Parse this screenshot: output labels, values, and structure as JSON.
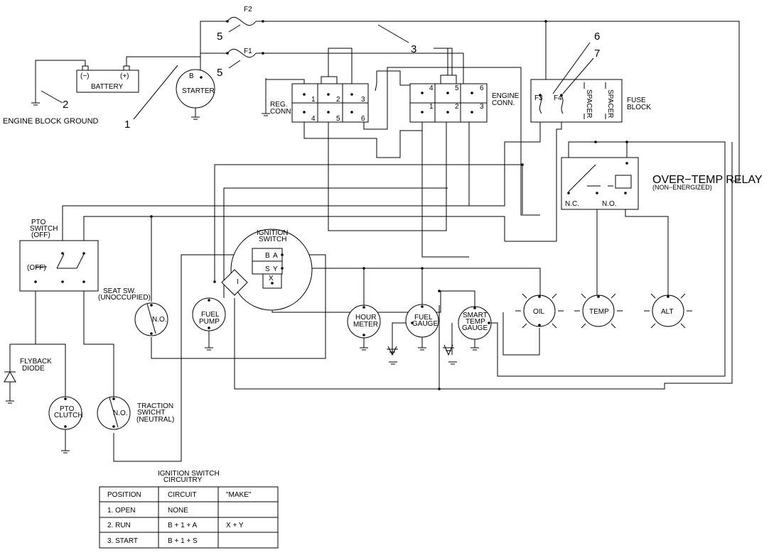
{
  "labels": {
    "battery": "BATTERY",
    "battery_neg": "(−)",
    "battery_pos": "(+)",
    "engine_block_ground": "ENGINE BLOCK GROUND",
    "starter": "STARTER",
    "starter_b": "B",
    "f1": "F1",
    "f2": "F2",
    "reg_conn_1": "REG.",
    "reg_conn_2": "CONN.",
    "engine_conn_1": "ENGINE",
    "engine_conn_2": "CONN.",
    "fuse_block_1": "FUSE",
    "fuse_block_2": "BLOCK",
    "f3": "F3",
    "f4": "F4",
    "spacer": "SPACER",
    "over_temp_relay": "OVER−TEMP RELAY",
    "non_energized": "(NON−ENERGIZED)",
    "nc": "N.C.",
    "no": "N.O.",
    "pto_switch_1": "PTO",
    "pto_switch_2": "SWITCH",
    "pto_switch_3": "(OFF)",
    "off": "(OFF)",
    "ignition_1": "IGNITION",
    "ignition_2": "SWITCH",
    "ign_b": "B",
    "ign_a": "A",
    "ign_s": "S",
    "ign_y": "Y",
    "ign_x": "X",
    "ign_i": "I",
    "seat_sw_1": "SEAT SW.",
    "seat_sw_2": "(UNOCCUPIED)",
    "fuel_pump_1": "FUEL",
    "fuel_pump_2": "PUMP",
    "hour_meter_1": "HOUR",
    "hour_meter_2": "METER",
    "fuel_gauge_1": "FUEL",
    "fuel_gauge_2": "GAUGE",
    "smart_1": "SMART",
    "smart_2": "TEMP",
    "smart_3": "GAUGE",
    "oil": "OIL",
    "temp": "TEMP",
    "alt": "ALT",
    "flyback_1": "FLYBACK",
    "flyback_2": "DIODE",
    "pto_clutch_1": "PTO",
    "pto_clutch_2": "CLUTCH",
    "traction_1": "TRACTION",
    "traction_2": "SWICHT",
    "traction_3": "(NEUTRAL)"
  },
  "callouts": {
    "c1": "1",
    "c2": "2",
    "c3": "3",
    "c5a": "5",
    "c5b": "5",
    "c6": "6",
    "c7": "7"
  },
  "reg_pins": [
    "1",
    "2",
    "3",
    "4",
    "5",
    "6"
  ],
  "eng_pins": [
    "4",
    "5",
    "6",
    "1",
    "2",
    "3"
  ],
  "table": {
    "title_1": "IGNITION SWITCH",
    "title_2": "CIRCUITRY",
    "headers": [
      "POSITION",
      "CIRCUIT",
      "\"MAKE\""
    ],
    "rows": [
      [
        "1. OPEN",
        "NONE",
        ""
      ],
      [
        "2. RUN",
        "B + 1 + A",
        "X + Y"
      ],
      [
        "3. START",
        "B + 1 + S",
        ""
      ]
    ]
  }
}
